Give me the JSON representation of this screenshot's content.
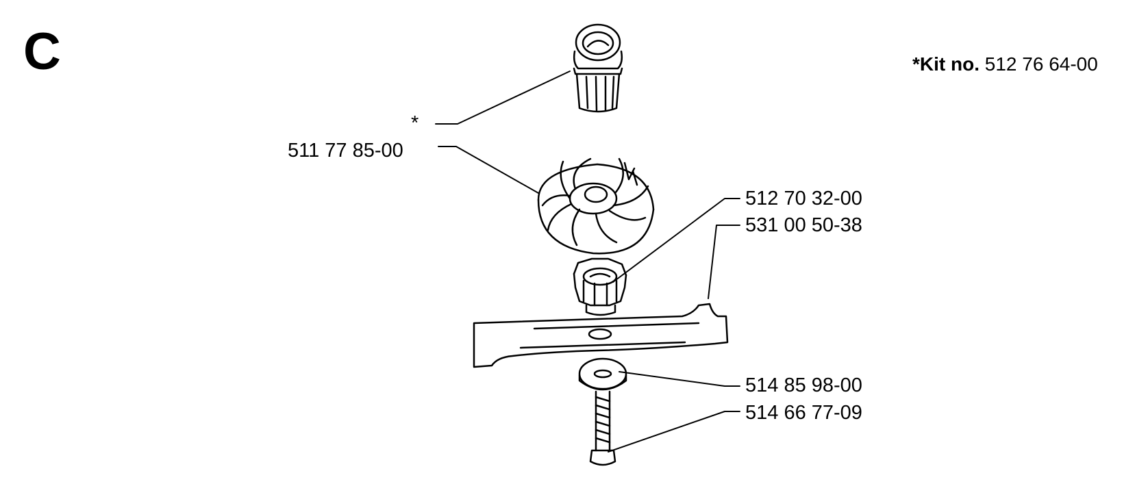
{
  "section_letter": "C",
  "kit": {
    "label": "*Kit no.",
    "number": "512 76 64-00"
  },
  "callouts": [
    {
      "id": "plug",
      "text": "*"
    },
    {
      "id": "fan",
      "text": "511 77 85-00"
    },
    {
      "id": "nut",
      "text": "512 70 32-00"
    },
    {
      "id": "blade",
      "text": "531 00 50-38"
    },
    {
      "id": "washer",
      "text": "514 85 98-00"
    },
    {
      "id": "bolt",
      "text": "514 66 77-09"
    }
  ]
}
